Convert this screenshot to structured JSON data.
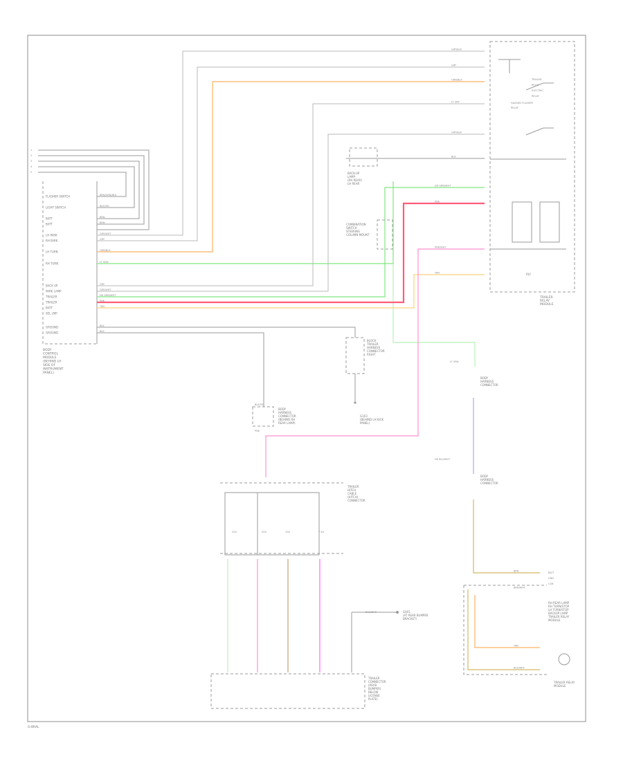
{
  "page": {
    "corner_label": "G-BRAL"
  },
  "colors": {
    "grey": "#b8b8b8",
    "dark_grey": "#9a9a9a",
    "orange": "#ffb060",
    "green": "#7fe67f",
    "light_green": "#b8f0b8",
    "red": "#ff5c7a",
    "pink": "#ff8fd0",
    "magenta": "#ff66ff",
    "tan": "#ffd27a",
    "violet": "#a8a8f0",
    "olive": "#d4b860",
    "brown": "#c8a070"
  },
  "left_module": {
    "caption": [
      "BODY",
      "CONTROL",
      "MODULE",
      "(BEHIND LH",
      "SIDE OF",
      "INSTRUMENT",
      "PANEL)"
    ],
    "pins_top": [
      "1",
      "2",
      "3",
      "4",
      "5"
    ],
    "rows": [
      {
        "pin": "",
        "func": "FLASHER SWITCH",
        "wire": "BRN/ORN/BLK"
      },
      {
        "pin": "",
        "func": "LIGHT SWITCH",
        "wire": "BLK/YEL"
      },
      {
        "pin": "",
        "func": "BATT",
        "wire": "BRN"
      },
      {
        "pin": "",
        "func": "BATT",
        "wire": "BRN"
      },
      {
        "pin": "",
        "func": "",
        "wire": ""
      },
      {
        "pin": "",
        "func": "LH PARK",
        "wire": "GRY/WHT"
      },
      {
        "pin": "",
        "func": "RH PARK",
        "wire": "GRY"
      },
      {
        "pin": "",
        "func": "LH TURN",
        "wire": "ORN/BLK"
      },
      {
        "pin": "",
        "func": "RH TURN",
        "wire": "LT GRN"
      },
      {
        "pin": "",
        "func": "",
        "wire": ""
      },
      {
        "pin": "",
        "func": "BACK UP",
        "wire": "GRY"
      },
      {
        "pin": "",
        "func": "PARK LAMP",
        "wire": "GRY/WHT"
      },
      {
        "pin": "",
        "func": "TRAILER",
        "wire": "DK GRN/WHT"
      },
      {
        "pin": "",
        "func": "TRAILER",
        "wire": "PNK"
      },
      {
        "pin": "",
        "func": "BATT",
        "wire": "TAN"
      },
      {
        "pin": "",
        "func": "SEL LMP",
        "wire": ""
      },
      {
        "pin": "",
        "func": "GROUND",
        "wire": "BLK"
      },
      {
        "pin": "",
        "func": "GROUND",
        "wire": "BLK"
      }
    ]
  },
  "right_module": {
    "caption": [
      "TRAILER",
      "RELAY",
      "MODULE"
    ],
    "wires": [
      "GRY/BLK",
      "GRY",
      "ORN/BLK",
      "LT GRY",
      "GRY/BLK",
      "BLK"
    ],
    "sub_labels": [
      "TRAILER",
      "RELAY",
      "ELECTRIC",
      "RELAY"
    ],
    "side_labels": [
      "HAZARD FLASHER",
      "RELAY"
    ],
    "bottom_label": "RLY",
    "inputs": [
      "DK GRN/WHT",
      "PNK",
      "PNK/WHT",
      "TAN"
    ]
  },
  "lamp_block": {
    "label": [
      "BACK-UP",
      "LAMP",
      "(RH REAR)",
      "LH REAR"
    ],
    "ground": "BLK"
  },
  "combination_switch": {
    "label": [
      "COMBINATION",
      "SWITCH",
      "STEERING",
      "COLUMN MOUNT"
    ]
  },
  "ground_top": {
    "label": [
      "BLOCK",
      "TRAILER",
      "HARNESS",
      "CONNECTOR",
      "RIGHT"
    ]
  },
  "ground_bottom": {
    "label": [
      "G103",
      "(BEHIND LH KICK",
      "PANEL)"
    ]
  },
  "connector_mid": {
    "label": [
      "BODY",
      "HARNESS",
      "CONNECTOR",
      "(BEHIND RH",
      "REAR LAMP)"
    ],
    "pin_top": "BLK/YEL",
    "pin_bottom": "PNK"
  },
  "junction": {
    "label": [
      "TRAILER",
      "HITCH",
      "CABLE",
      "(HITCH)",
      "CONNECTOR"
    ],
    "fuses": [
      "20A",
      "20A",
      "10A",
      "7.5A"
    ]
  },
  "rh_lamp": {
    "wire": "LT GRN",
    "label": [
      "BODY",
      "HARNESS",
      "CONNECTOR"
    ],
    "wire2": "DK BLU/WHT",
    "label2": [
      "BODY",
      "HARNESS",
      "CONNECTOR"
    ]
  },
  "trailer_socket": {
    "label": [
      "TRAILER",
      "CONNECTOR",
      "(REAR",
      "BUMPER)",
      "BELOW",
      "LICENSE",
      "PLATE)"
    ],
    "gnd": "BLK/WHT",
    "gnd_label": [
      "G401",
      "(AT REAR BUMPER",
      "BRACKET)"
    ]
  },
  "rear_module": {
    "wires": [
      "BRN",
      "BRN/WHT",
      "TAN",
      "BLK/WHT"
    ],
    "right_pins": [
      "BATT",
      "GND",
      "CAN"
    ],
    "label": [
      "RH REAR LAMP",
      "RH TURN/STOP",
      "LH TURN/STOP",
      "BACKUP LAMP",
      "TRAILER RELAY",
      "MODULE"
    ],
    "bottom_label": [
      "TRAILER RELAY",
      "MODULE"
    ]
  }
}
